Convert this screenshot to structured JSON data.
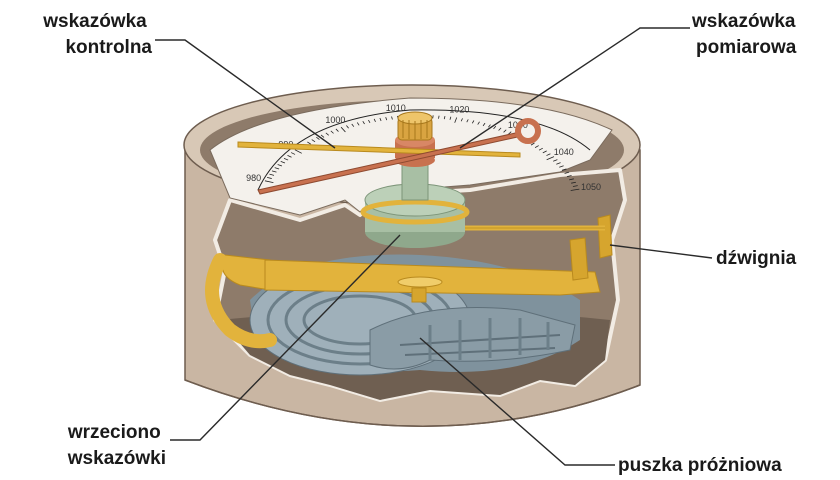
{
  "labels": {
    "control_pointer": [
      "wskazówka",
      "kontrolna"
    ],
    "measuring_pointer": [
      "wskazówka",
      "pomiarowa"
    ],
    "lever": "dźwignia",
    "spindle": [
      "wrzeciono",
      "wskazówki"
    ],
    "vacuum_capsule": "puszka próżniowa"
  },
  "dial": {
    "ticks": [
      "980",
      "990",
      "1000",
      "1010",
      "1020",
      "1030",
      "1040",
      "1050"
    ]
  },
  "colors": {
    "housing_wall": "#c9b6a3",
    "housing_rim": "#d8c8b6",
    "interior": "#8e7b6a",
    "dial_face": "#f4f1ec",
    "brass": "#e2b33c",
    "brass_dark": "#b98a1e",
    "copper": "#c8714f",
    "capsule": "#9fb0ba",
    "capsule_dark": "#7f929d",
    "spindle_green": "#a8bfa4"
  }
}
